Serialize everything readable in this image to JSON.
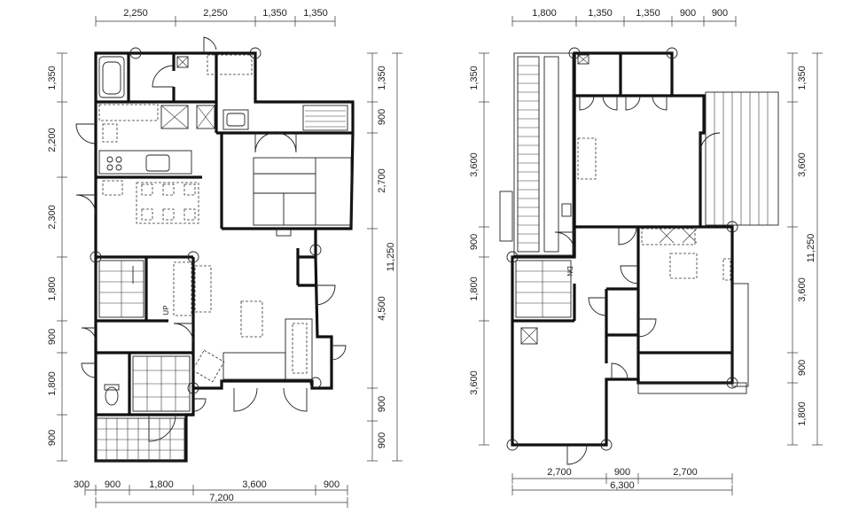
{
  "floor1": {
    "top_dims": [
      "2,250",
      "2,250",
      "1,350",
      "1,350"
    ],
    "left_dims": [
      "1,350",
      "2,200",
      "2,300",
      "1,800",
      "900",
      "1,800",
      "900"
    ],
    "right_dims": [
      "1,350",
      "900",
      "2,700",
      "4,500",
      "900",
      "900"
    ],
    "right_total": "11,250",
    "bottom_dims": [
      "300",
      "900",
      "1,800",
      "3,600",
      "900"
    ],
    "bottom_total": "7,200",
    "labels": {
      "up": "UP"
    }
  },
  "floor2": {
    "top_dims": [
      "1,800",
      "1,350",
      "1,350",
      "900",
      "900"
    ],
    "left_dims": [
      "1,350",
      "3,600",
      "900",
      "1,800",
      "3,600"
    ],
    "right_dims": [
      "1,350",
      "3,600",
      "3,600",
      "900",
      "1,800"
    ],
    "right_total": "11,250",
    "bottom_dims": [
      "2,700",
      "900",
      "2,700"
    ],
    "bottom_total": "6,300",
    "labels": {
      "dn": "DN"
    }
  }
}
